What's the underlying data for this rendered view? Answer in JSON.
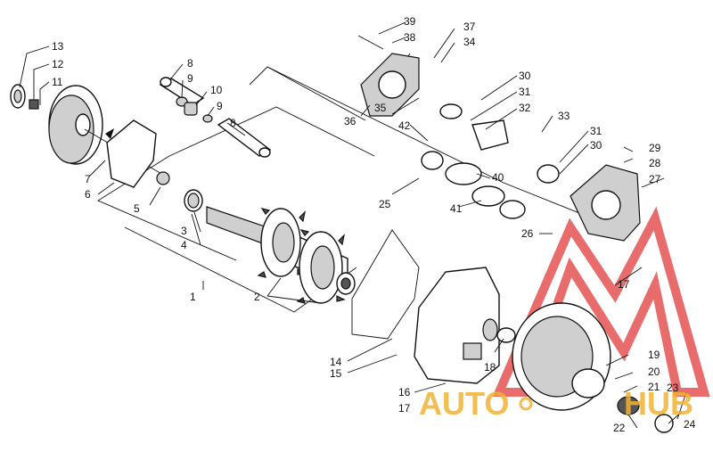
{
  "callouts": {
    "c1": "1",
    "c2": "2",
    "c3": "3",
    "c4": "4",
    "c5": "5",
    "c6": "6",
    "c7": "7",
    "c8a": "8",
    "c8b": "8",
    "c9a": "9",
    "c9b": "9",
    "c10": "10",
    "c11": "11",
    "c12": "12",
    "c13": "13",
    "c14": "14",
    "c15": "15",
    "c16": "16",
    "c17a": "17",
    "c17b": "17",
    "c18": "18",
    "c19": "19",
    "c20": "20",
    "c21": "21",
    "c22": "22",
    "c23": "23",
    "c24": "24",
    "c25": "25",
    "c26": "26",
    "c27": "27",
    "c28": "28",
    "c29": "29",
    "c30a": "30",
    "c30b": "30",
    "c31a": "31",
    "c31b": "31",
    "c32": "32",
    "c33": "33",
    "c34": "34",
    "c35": "35",
    "c36": "36",
    "c37": "37",
    "c38": "38",
    "c39": "39",
    "c40": "40",
    "c41": "41",
    "c42": "42"
  },
  "watermark": {
    "brand_left": "AUTO",
    "brand_right": "HUB",
    "color_red": "#e23b3b",
    "color_yellow": "#f2b233"
  }
}
